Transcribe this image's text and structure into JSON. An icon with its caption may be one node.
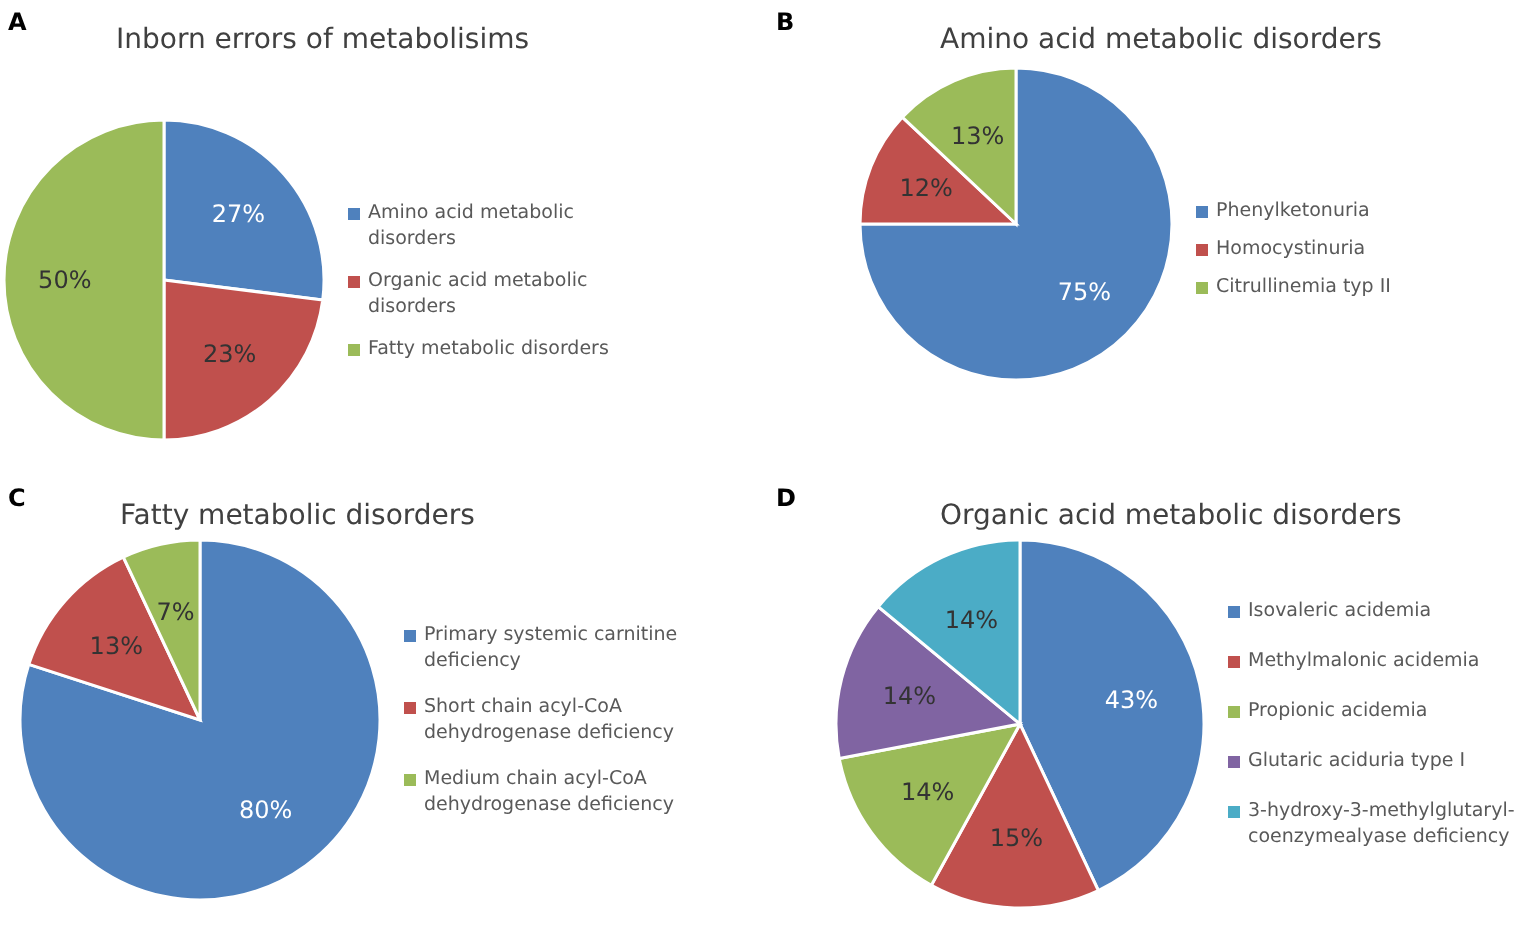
{
  "diagram": {
    "labels": [
      "A",
      "B",
      "C",
      "D"
    ],
    "chart_data": [
      {
        "type": "pie",
        "title": "Inborn errors of metabolisims",
        "categories": [
          "Amino acid metabolic disorders",
          "Organic acid metabolic disorders",
          "Fatty metabolic disorders"
        ],
        "values": [
          27,
          23,
          50
        ],
        "colors": [
          "#4f81bd",
          "#c0504d",
          "#9bbb59"
        ],
        "value_labels": [
          "27%",
          "23%",
          "50%"
        ],
        "legend": "right"
      },
      {
        "type": "pie",
        "title": "Amino acid metabolic disorders",
        "categories": [
          "Phenylketonuria",
          "Homocystinuria",
          "Citrullinemia typ II"
        ],
        "values": [
          75,
          12,
          13
        ],
        "colors": [
          "#4f81bd",
          "#c0504d",
          "#9bbb59"
        ],
        "value_labels": [
          "75%",
          "12%",
          "13%"
        ],
        "legend": "right"
      },
      {
        "type": "pie",
        "title": "Fatty metabolic disorders",
        "categories": [
          "Primary systemic carnitine deficiency",
          "Short chain acyl-CoA dehydrogenase deficiency",
          "Medium chain acyl-CoA dehydrogenase deficiency"
        ],
        "values": [
          80,
          13,
          7
        ],
        "colors": [
          "#4f81bd",
          "#c0504d",
          "#9bbb59"
        ],
        "value_labels": [
          "80%",
          "13%",
          "7%"
        ],
        "legend": "right"
      },
      {
        "type": "pie",
        "title": "Organic acid metabolic disorders",
        "categories": [
          "Isovaleric acidemia",
          "Methylmalonic acidemia",
          "Propionic acidemia",
          "Glutaric aciduria type I",
          "3-hydroxy-3-methylglutaryl-coenzymealyase deficiency"
        ],
        "values": [
          43,
          15,
          14,
          14,
          14
        ],
        "colors": [
          "#4f81bd",
          "#c0504d",
          "#9bbb59",
          "#8064a2",
          "#4bacc6"
        ],
        "value_labels": [
          "43%",
          "15%",
          "14%",
          "14%",
          "14%"
        ],
        "legend": "right"
      }
    ]
  }
}
